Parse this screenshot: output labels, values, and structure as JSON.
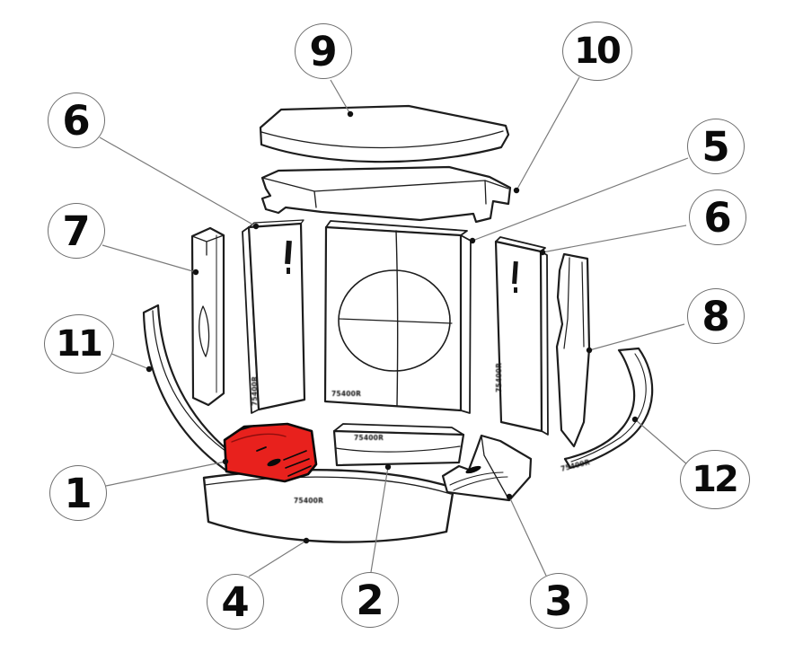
{
  "diagram": {
    "type": "exploded-parts-diagram",
    "description_visible_elements": "firebox brick set exploded view with numbered callouts, one part highlighted red",
    "background_color": "#ffffff",
    "line_color": "#1d1d1d",
    "leader_color": "#7a7a7a",
    "highlight_color": "#e8211d",
    "part_number_stamp": "75400R",
    "callouts": [
      {
        "label": "9"
      },
      {
        "label": "10"
      },
      {
        "label": "6"
      },
      {
        "label": "5"
      },
      {
        "label": "6"
      },
      {
        "label": "7"
      },
      {
        "label": "8"
      },
      {
        "label": "11"
      },
      {
        "label": "12"
      },
      {
        "label": "1"
      },
      {
        "label": "4"
      },
      {
        "label": "2"
      },
      {
        "label": "3"
      }
    ],
    "highlighted_part_callout": "1"
  }
}
